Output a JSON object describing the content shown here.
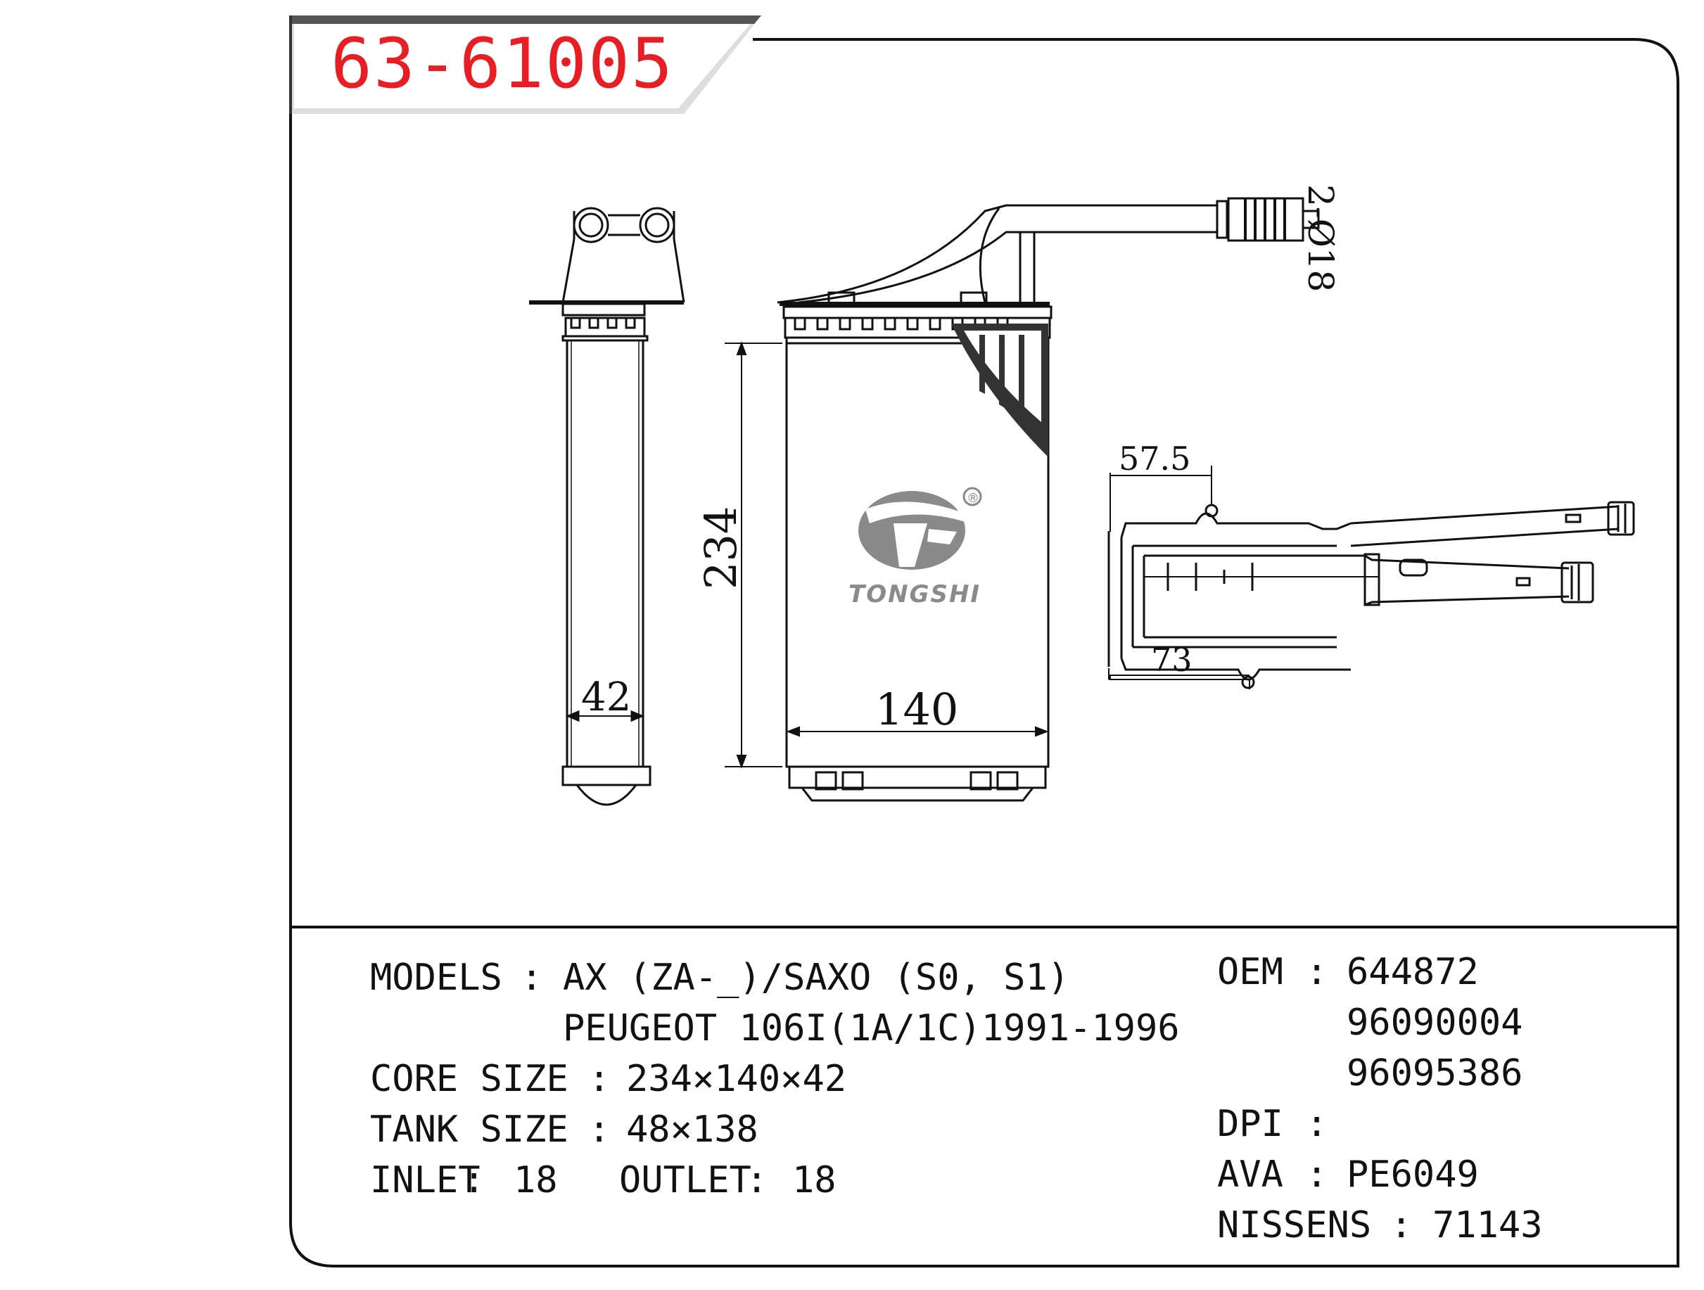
{
  "part_number": "63-61005",
  "brand": {
    "name": "TONGSHI",
    "registered_mark": "®"
  },
  "dimensions": {
    "depth": "42",
    "height": "234",
    "width": "140",
    "pipe_diameter": "2-Ø18",
    "bracket_top": "57.5",
    "bracket_bottom": "73"
  },
  "specs": {
    "models_label": "MODELS",
    "models_line1": "AX (ZA-_)/SAXO (S0, S1)",
    "models_line2": "PEUGEOT 106I(1A/1C)1991-1996",
    "core_size_label": "CORE SIZE",
    "core_size": "234×140×42",
    "tank_size_label": "TANK SIZE",
    "tank_size": "48×138",
    "inlet_label": "INLET",
    "inlet": "18",
    "outlet_label": "OUTLET",
    "outlet": "18",
    "separator": ":"
  },
  "references": {
    "oem_label": "OEM",
    "oem": [
      "644872",
      "96090004",
      "96095386"
    ],
    "dpi_label": "DPI",
    "dpi": "",
    "ava_label": "AVA",
    "ava": "PE6049",
    "nissens_label": "NISSENS",
    "nissens": "71143"
  },
  "colors": {
    "part_number": "#e81e25",
    "logo": "#8a8a8a",
    "line": "#111111",
    "tab": "#4a4a4a"
  }
}
